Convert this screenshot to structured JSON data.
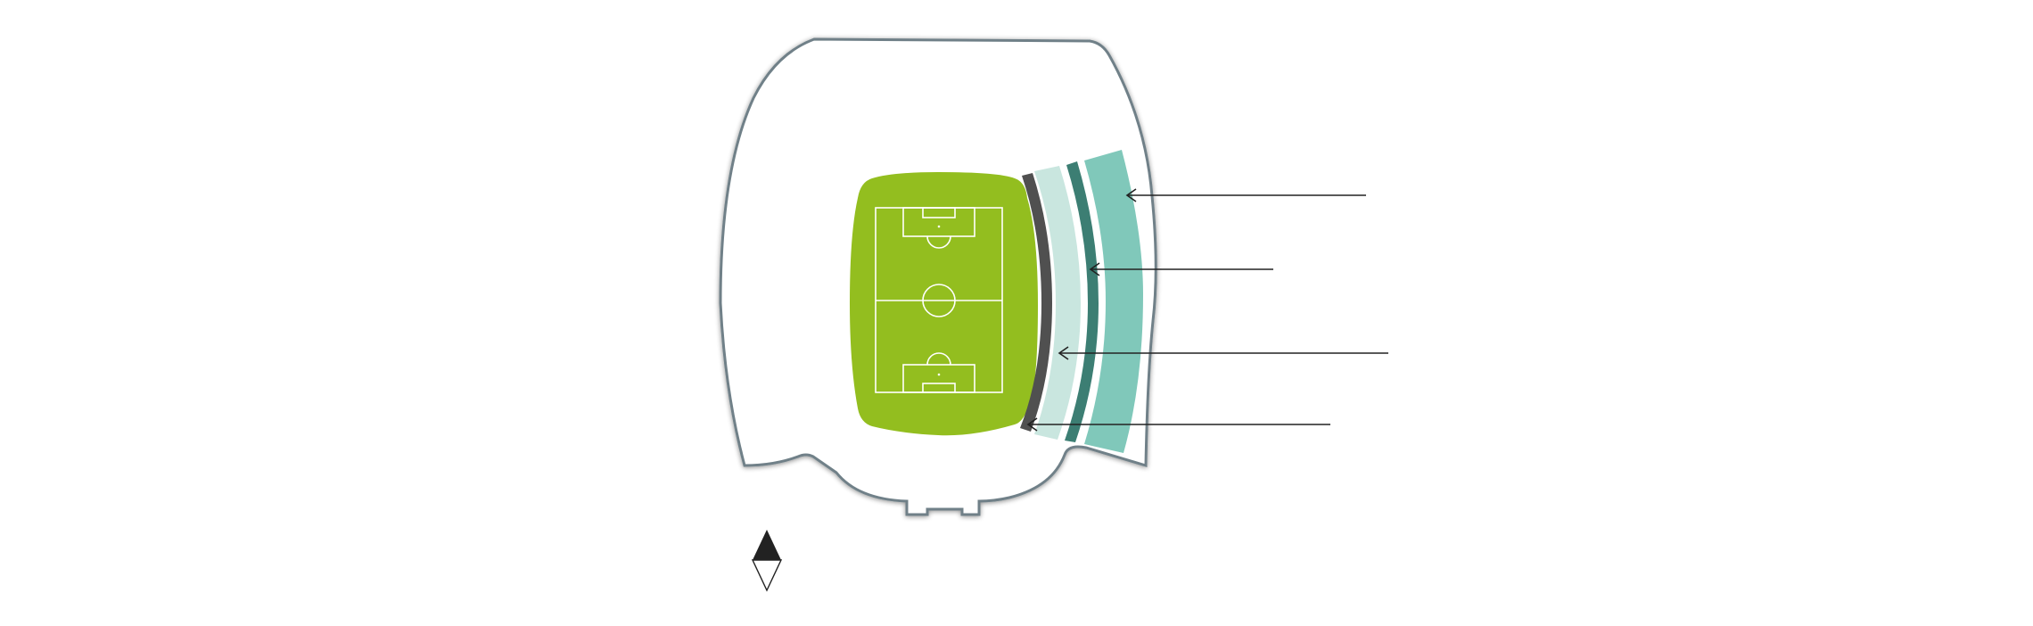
{
  "diagram": {
    "type": "stadium-seating-map",
    "labels": [],
    "colors": {
      "background": "#ffffff",
      "stadium_fill": "#ffffff",
      "stadium_outline": "#6f8088",
      "pitch": "#93be1f",
      "pitch_lines": "#ffffff",
      "tier_dark_grey": "#505050",
      "tier_pale_mint": "#c9e6df",
      "tier_dark_teal": "#3c7e73",
      "tier_teal": "#80c8ba",
      "leader_lines": "#222222",
      "compass_dark": "#222222",
      "compass_light": "#ffffff"
    },
    "sectors": [
      {
        "name": "outer-tier-teal",
        "color": "#80c8ba"
      },
      {
        "name": "upper-ring-dark-teal",
        "color": "#3c7e73"
      },
      {
        "name": "middle-tier-pale-mint",
        "color": "#c9e6df"
      },
      {
        "name": "inner-ring-dark-grey",
        "color": "#505050"
      }
    ],
    "icons": {
      "compass": "north-arrow-icon"
    }
  }
}
